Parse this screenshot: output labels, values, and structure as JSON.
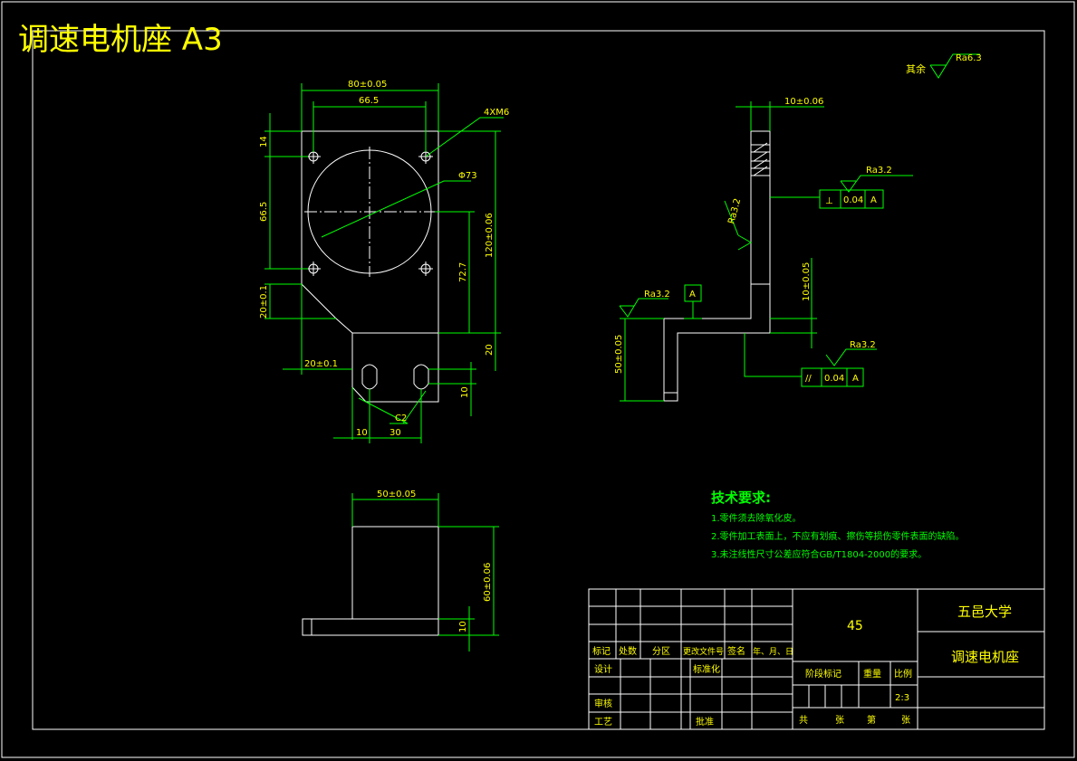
{
  "sheet": {
    "title": "调速电机座 A3",
    "colors": {
      "background": "#000000",
      "outline": "#ffffff",
      "dimension": "#00ff00",
      "title": "#ffff00",
      "text": "#00ff00"
    }
  },
  "surface_default": {
    "prefix": "其余",
    "ra": "Ra6.3"
  },
  "front_view": {
    "dims": {
      "overall_width": "80±0.05",
      "hole_spacing_h": "66.5",
      "holes": "4XM6",
      "bore": "Φ73",
      "top_offset": "14",
      "hole_spacing_v": "66.5",
      "height_total": "120±0.06",
      "center_height": "72.7",
      "chamfer_height": "20±0.1",
      "chamfer_width": "20±0.1",
      "foot_height": "20",
      "slot_width": "10",
      "slot_offset": "10",
      "slot_spacing": "30",
      "chamfer": "C2"
    }
  },
  "side_view": {
    "dims": {
      "thickness": "10±0.06",
      "rough_face": "Ra3.2",
      "rough_back": "Ra3.2",
      "rough_base_left": "Ra3.2",
      "rough_base_right": "Ra3.2",
      "base_thickness": "10±0.05",
      "base_height": "50±0.05",
      "datum": "A",
      "perp_symbol": "⊥",
      "perp_tol": "0.04",
      "perp_ref": "A",
      "para_symbol": "//",
      "para_tol": "0.04",
      "para_ref": "A"
    }
  },
  "bottom_view": {
    "dims": {
      "width": "50±0.05",
      "height": "60±0.06",
      "base": "10"
    }
  },
  "tech_requirements": {
    "heading": "技术要求:",
    "items": [
      "1.零件须去除氧化皮。",
      "2.零件加工表面上，不应有划痕、擦伤等损伤零件表面的缺陷。",
      "3.未注线性尺寸公差应符合GB/T1804-2000的要求。"
    ]
  },
  "title_block": {
    "material": "45",
    "school": "五邑大学",
    "part_name": "调速电机座",
    "headers": [
      "标记",
      "处数",
      "分区",
      "更改文件号",
      "签名",
      "年、月、日"
    ],
    "design": "设计",
    "standardize": "标准化",
    "review": "审核",
    "process": "工艺",
    "approve": "批准",
    "stage_mark": "阶段标记",
    "weight": "重量",
    "scale_label": "比例",
    "scale": "2:3",
    "total": "共",
    "sheets": "张",
    "sheet_no": "第",
    "sheet_suffix": "张"
  }
}
